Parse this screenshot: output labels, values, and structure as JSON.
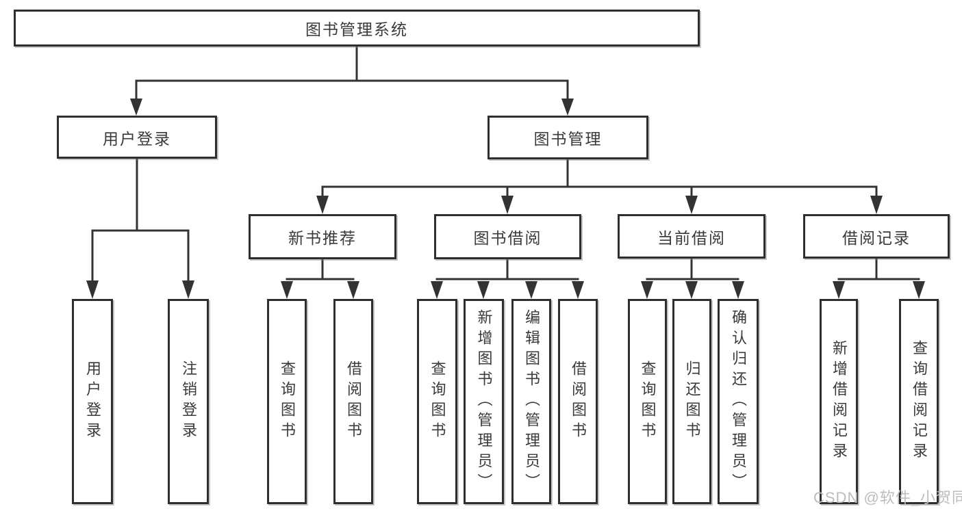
{
  "diagram": {
    "root": {
      "label": "图书管理系统"
    },
    "branches": [
      {
        "label": "用户登录",
        "leaves": [
          {
            "label": "用户登录"
          },
          {
            "label": "注销登录"
          }
        ]
      },
      {
        "label": "图书管理",
        "sections": [
          {
            "label": "新书推荐",
            "leaves": [
              {
                "label": "查询图书"
              },
              {
                "label": "借阅图书"
              }
            ]
          },
          {
            "label": "图书借阅",
            "leaves": [
              {
                "label": "查询图书"
              },
              {
                "label": "新增图书（管理员）"
              },
              {
                "label": "编辑图书（管理员）"
              },
              {
                "label": "借阅图书"
              }
            ]
          },
          {
            "label": "当前借阅",
            "leaves": [
              {
                "label": "查询图书"
              },
              {
                "label": "归还图书"
              },
              {
                "label": "确认归还（管理员）"
              }
            ]
          },
          {
            "label": "借阅记录",
            "leaves": [
              {
                "label": "新增借阅记录"
              },
              {
                "label": "查询借阅记录"
              }
            ]
          }
        ]
      }
    ]
  },
  "watermark": {
    "text": "CSDN @软件_小贺同学"
  },
  "colors": {
    "line": "#333333",
    "border": "#2e2e2e",
    "fill": "#ffffff",
    "text": "#3a3a3a",
    "watermark": "#bdbdbd",
    "background": "#ffffff"
  }
}
